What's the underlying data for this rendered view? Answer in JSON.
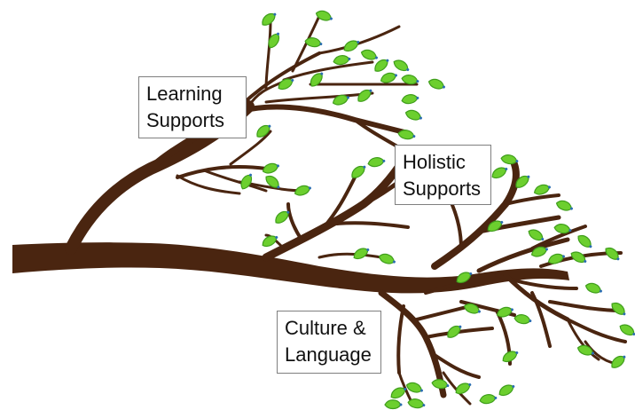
{
  "diagram": {
    "labels": [
      {
        "id": "learning",
        "lines": [
          "Learning",
          "Supports"
        ]
      },
      {
        "id": "holistic",
        "lines": [
          "Holistic",
          "Supports"
        ]
      },
      {
        "id": "culture",
        "lines": [
          "Culture &",
          "Language"
        ]
      }
    ],
    "colors": {
      "branch": "#4a2510",
      "leaf": "#6ccf2e",
      "leaf_dark": "#3f9e1b",
      "leaf_tip": "#2a6db0",
      "box_border": "#7f7f7f",
      "text": "#111111"
    },
    "icons": {
      "leaf": "leaf-icon",
      "branch": "tree-branch-icon"
    }
  }
}
